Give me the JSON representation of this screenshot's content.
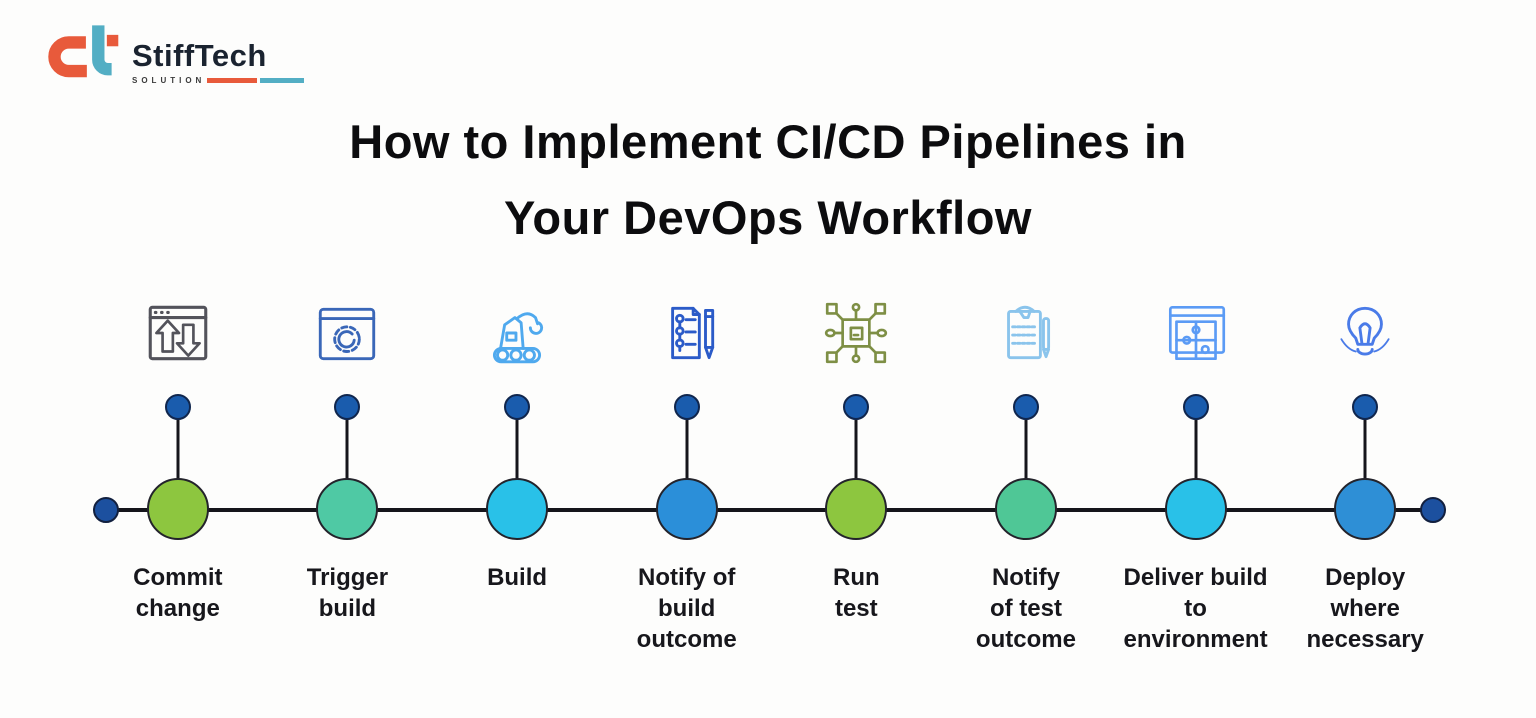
{
  "logo": {
    "brand": "StiffTech",
    "sub": "SOLUTION",
    "colors": {
      "orange": "#E85A3B",
      "teal": "#53AEC4",
      "text": "#1A2330"
    }
  },
  "title": {
    "line1": "How to Implement CI/CD Pipelines in",
    "line2": "Your DevOps Workflow"
  },
  "timeline": {
    "colors": {
      "line": "#15151B",
      "dot": "#1A5CAD",
      "endpoint": "#1C509F"
    },
    "steps": [
      {
        "label": "Commit\nchange",
        "color": "#8DC63F",
        "icon": "window-arrows-icon",
        "icon_color": "#53535B"
      },
      {
        "label": "Trigger\nbuild",
        "color": "#4FC9A4",
        "icon": "window-gear-icon",
        "icon_color": "#3A67B8"
      },
      {
        "label": "Build",
        "color": "#29C1E8",
        "icon": "crane-machine-icon",
        "icon_color": "#4FA9EE"
      },
      {
        "label": "Notify of\nbuild\noutcome",
        "color": "#2B8FD9",
        "icon": "document-pen-icon",
        "icon_color": "#2B5BC8"
      },
      {
        "label": "Run\ntest",
        "color": "#8DC63F",
        "icon": "chip-icon",
        "icon_color": "#7E8F45"
      },
      {
        "label": "Notify\nof test\noutcome",
        "color": "#4FC796",
        "icon": "clipboard-pen-icon",
        "icon_color": "#8AC4EC"
      },
      {
        "label": "Deliver build\nto\nenvironment",
        "color": "#29C1E8",
        "icon": "window-puzzle-icon",
        "icon_color": "#5B9BF5"
      },
      {
        "label": "Deploy\nwhere\nnecessary",
        "color": "#2E8FD6",
        "icon": "bulb-icon",
        "icon_color": "#4A7BE8"
      }
    ]
  }
}
